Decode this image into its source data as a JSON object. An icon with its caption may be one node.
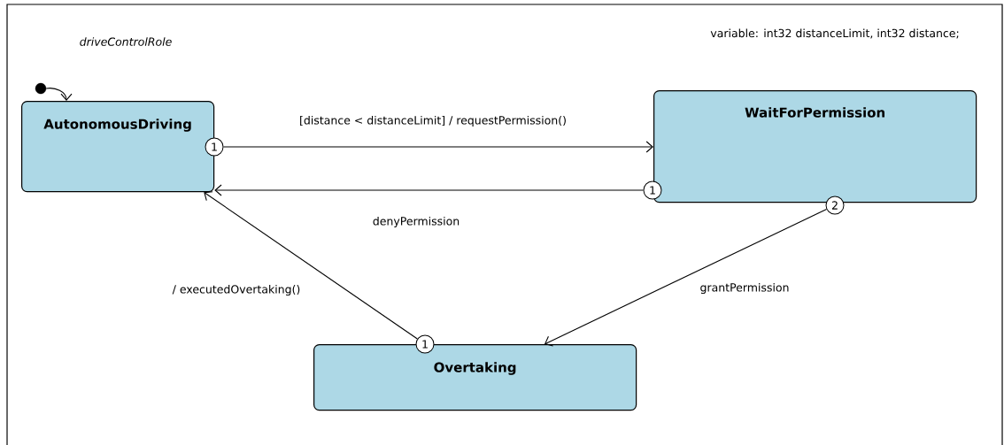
{
  "diagram": {
    "nodes": [
      {
        "text": [],
        "shape": "circle"
      },
      {
        "text": [
          "AutonomousDriving"
        ]
      },
      {
        "text": [
          "1"
        ]
      },
      {
        "text": [
          "WaitForPermission"
        ]
      },
      {
        "text": [
          "1"
        ]
      },
      {
        "text": [
          "2"
        ]
      },
      {
        "text": [
          "Overtaking"
        ]
      },
      {
        "text": [
          "1"
        ]
      }
    ],
    "edges": [
      {
        "from": 0,
        "to": 1,
        "arrow": "to"
      },
      {
        "from": 2,
        "to": 3,
        "arrow": "to",
        "label": "[distance < distanceLimit]  / requestPermission()"
      },
      {
        "from": 4,
        "to": 1,
        "arrow": "to",
        "label": "denyPermission"
      },
      {
        "from": 5,
        "to": 6,
        "arrow": "to",
        "label": "grantPermission"
      },
      {
        "from": 7,
        "to": 1,
        "arrow": "to",
        "label": "/ executedOvertaking()"
      }
    ],
    "labels": [
      "driveControlRole",
      "variable: int32 distanceLimit, int32 distance;"
    ]
  }
}
